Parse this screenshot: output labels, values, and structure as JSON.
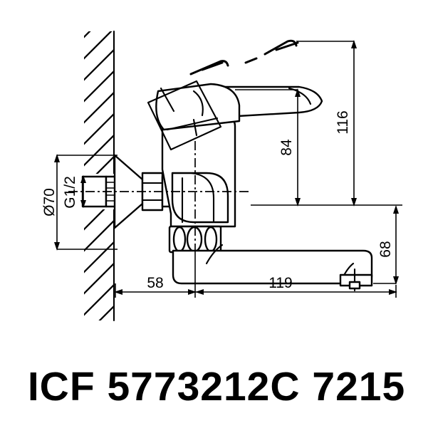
{
  "drawing": {
    "type": "technical-drawing",
    "subject": "wall-mounted single-lever sink mixer tap, side elevation section",
    "view": "side elevation with wall section hatching",
    "units": "mm"
  },
  "title": {
    "text": "ICF 5773212C 7215"
  },
  "dimensions": {
    "diameter_flange": {
      "label": "Ø70",
      "value": 70,
      "orientation": "vertical",
      "position": "left of wall, escutcheon diameter"
    },
    "thread": {
      "label": "G1/2",
      "value": "G1/2",
      "orientation": "vertical",
      "position": "inlet connection thread inside wall"
    },
    "handle_height": {
      "label": "84",
      "value": 84,
      "orientation": "vertical",
      "position": "centre axis to top of lever handle"
    },
    "max_height": {
      "label": "116",
      "value": 116,
      "orientation": "vertical",
      "position": "centre axis to top of raised lever"
    },
    "spout_drop": {
      "label": "68",
      "value": 68,
      "orientation": "vertical",
      "position": "centre axis down to spout outlet level"
    },
    "wall_to_body": {
      "label": "58",
      "value": 58,
      "orientation": "horizontal",
      "position": "wall face to body centre"
    },
    "spout_reach": {
      "label": "119",
      "value": 119,
      "orientation": "horizontal",
      "position": "body centre to spout outlet"
    }
  },
  "colors": {
    "line": "#000000",
    "background": "#ffffff"
  },
  "labels": {
    "wall_hatch": "wall-section-hatch",
    "lever_ghost": "lever-raised-ghost-position"
  }
}
